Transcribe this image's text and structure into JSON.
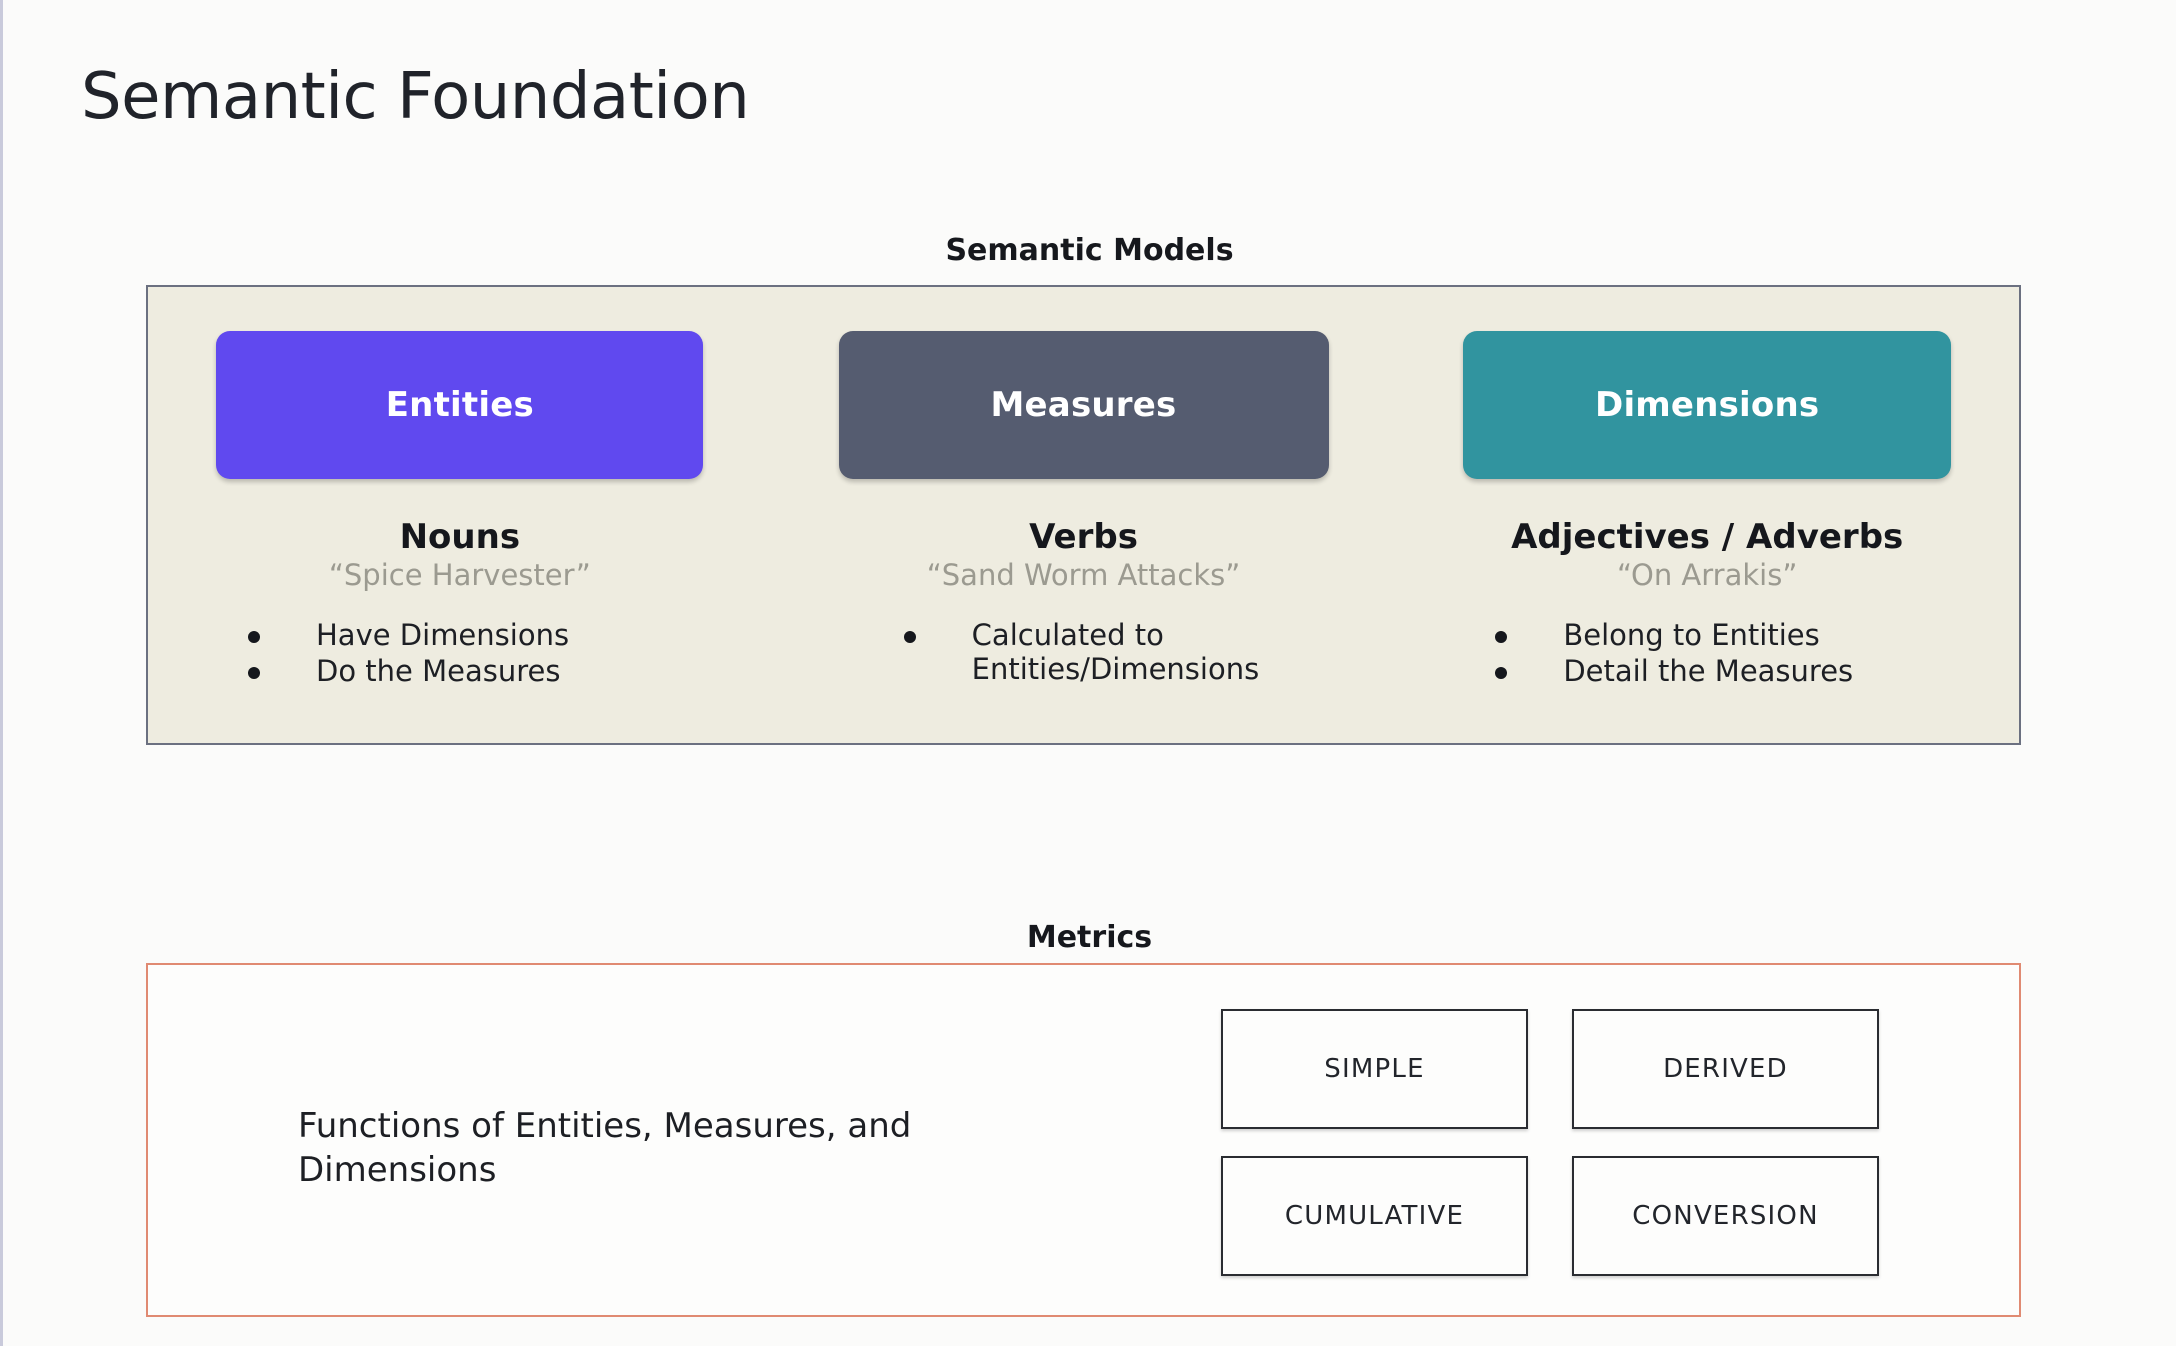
{
  "slide": {
    "title": "Semantic Foundation",
    "background_color": "#fbfbfa"
  },
  "semantic_models": {
    "caption": "Semantic Models",
    "panel_bg_color": "#eeece0",
    "panel_border_color": "#6b7080",
    "columns": [
      {
        "pill_label": "Entities",
        "pill_color": "#6049ef",
        "part_of_speech": "Nouns",
        "example": "“Spice Harvester”",
        "bullets": [
          "Have Dimensions",
          "Do the Measures"
        ]
      },
      {
        "pill_label": "Measures",
        "pill_color": "#555c70",
        "part_of_speech": "Verbs",
        "example": "“Sand Worm Attacks”",
        "bullets": [
          "Calculated to Entities/Dimensions"
        ]
      },
      {
        "pill_label": "Dimensions",
        "pill_color": "#31949f",
        "part_of_speech": "Adjectives / Adverbs",
        "example": "“On Arrakis”",
        "bullets": [
          "Belong to Entities",
          "Detail the Measures"
        ]
      }
    ]
  },
  "metrics": {
    "caption": "Metrics",
    "panel_border_color": "#e08a72",
    "description": "Functions of Entities, Measures, and Dimensions",
    "types": [
      "SIMPLE",
      "DERIVED",
      "CUMULATIVE",
      "CONVERSION"
    ]
  }
}
